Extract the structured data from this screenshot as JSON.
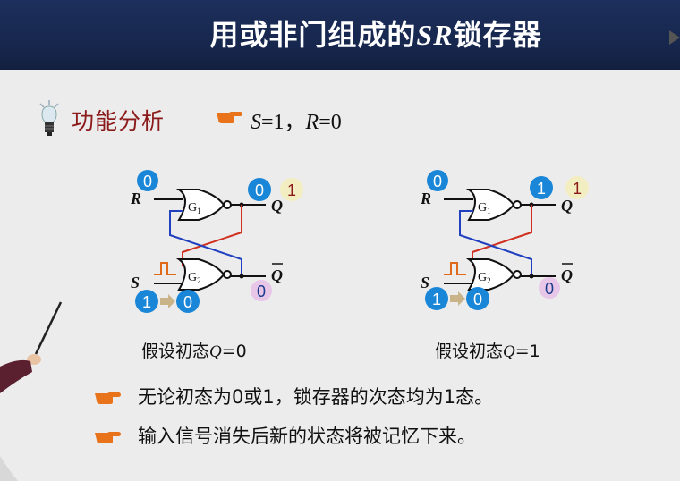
{
  "header": {
    "title_prefix": "用或非门组成的",
    "title_sr": "SR",
    "title_suffix": "锁存器"
  },
  "section": {
    "title": "功能分析",
    "condition_s": "S",
    "condition_s_val": "=1，",
    "condition_r": "R",
    "condition_r_val": "=0"
  },
  "colors": {
    "accent_orange": "#e8731a",
    "blue_circle": "#1a86d8",
    "pink_circle": "#e8c6e8",
    "yellow_circle": "#f3eec2",
    "wire_red": "#d03020",
    "wire_blue": "#2040c0",
    "title_red": "#8b1a1a"
  },
  "diagrams": [
    {
      "r_label": "R",
      "s_label": "S",
      "g1_label": "G",
      "g1_sub": "1",
      "g2_label": "G",
      "g2_sub": "2",
      "q_label": "Q",
      "qbar_label": "Q",
      "r_value": "0",
      "q_value": "0",
      "q_next": "1",
      "s_from": "1",
      "s_to": "0",
      "qbar_value": "0",
      "caption_prefix": "假设初态",
      "caption_q": "Q",
      "caption_suffix": "=0"
    },
    {
      "r_label": "R",
      "s_label": "S",
      "g1_label": "G",
      "g1_sub": "1",
      "g2_label": "G",
      "g2_sub": "2",
      "q_label": "Q",
      "qbar_label": "Q",
      "r_value": "0",
      "q_value": "1",
      "q_next": "1",
      "s_from": "1",
      "s_to": "0",
      "qbar_value": "0",
      "caption_prefix": "假设初态",
      "caption_q": "Q",
      "caption_suffix": "=1"
    }
  ],
  "bullets": [
    {
      "text": "无论初态为0或1，锁存器的次态均为1态。"
    },
    {
      "text": "输入信号消失后新的状态将被记忆下来。"
    }
  ],
  "icons": {
    "bulb": "lightbulb-icon",
    "hand": "pointing-hand-icon",
    "header_arrow": "play-arrow-icon"
  }
}
